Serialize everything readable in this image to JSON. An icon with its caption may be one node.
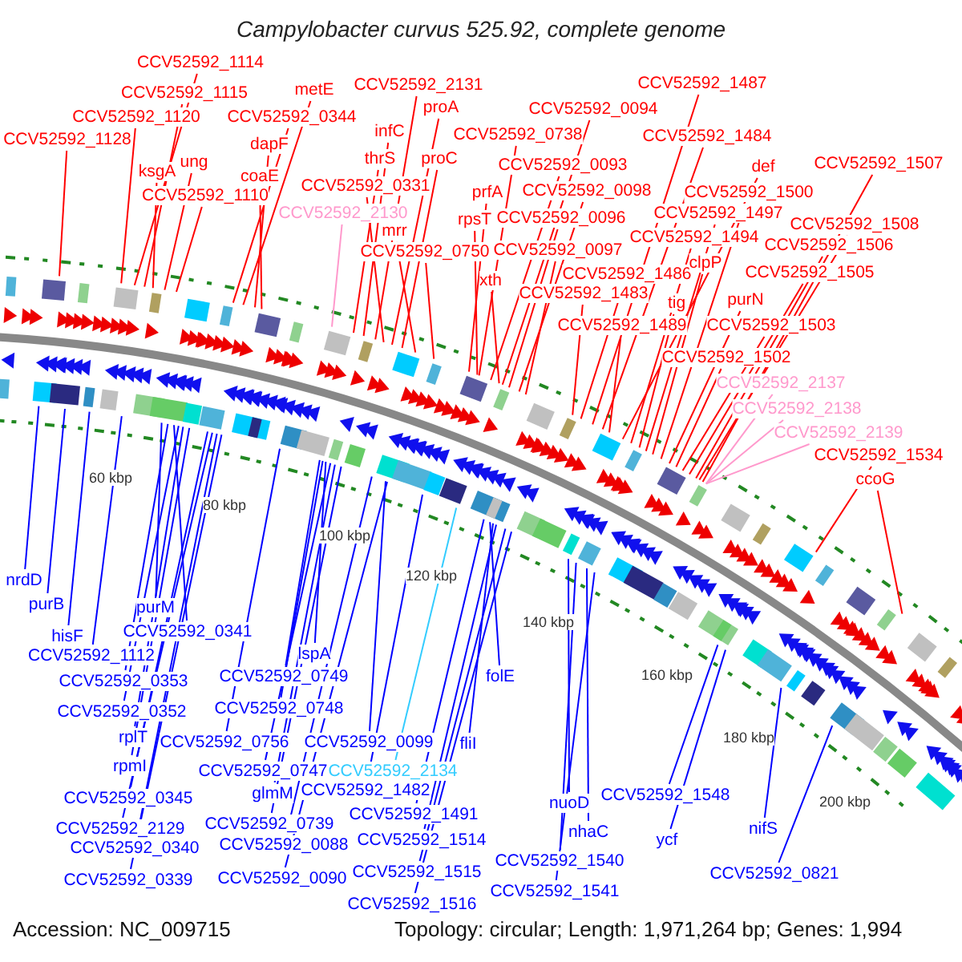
{
  "diagram": {
    "title": "Campylobacter curvus 525.92, complete genome",
    "nodes": [
      {
        "text": [
          "CCV52592_1114"
        ]
      },
      {
        "text": [
          "CCV52592_1115"
        ]
      },
      {
        "text": [
          "CCV52592_1120"
        ]
      },
      {
        "text": [
          "CCV52592_1128"
        ]
      },
      {
        "text": [
          "ksgA"
        ]
      },
      {
        "text": [
          "ung"
        ]
      },
      {
        "text": [
          "CCV52592_1110"
        ]
      },
      {
        "text": [
          "metE"
        ]
      },
      {
        "text": [
          "CCV52592_0344"
        ]
      },
      {
        "text": [
          "dapF"
        ]
      },
      {
        "text": [
          "coaE"
        ]
      },
      {
        "text": [
          "CCV52592_2131"
        ]
      },
      {
        "text": [
          "proA"
        ]
      },
      {
        "text": [
          "infC"
        ]
      },
      {
        "text": [
          "thrS"
        ]
      },
      {
        "text": [
          "proC"
        ]
      },
      {
        "text": [
          "CCV52592_0331"
        ]
      },
      {
        "text": [
          "CCV52592_2130"
        ]
      },
      {
        "text": [
          "mrr"
        ]
      },
      {
        "text": [
          "CCV52592_0750"
        ]
      },
      {
        "text": [
          "CCV52592_0738"
        ]
      },
      {
        "text": [
          "CCV52592_0094"
        ]
      },
      {
        "text": [
          "CCV52592_0093"
        ]
      },
      {
        "text": [
          "prfA"
        ]
      },
      {
        "text": [
          "rpsT"
        ]
      },
      {
        "text": [
          "CCV52592_0098"
        ]
      },
      {
        "text": [
          "CCV52592_0096"
        ]
      },
      {
        "text": [
          "CCV52592_0097"
        ]
      },
      {
        "text": [
          "xth"
        ]
      },
      {
        "text": [
          "CCV52592_1487"
        ]
      },
      {
        "text": [
          "CCV52592_1484"
        ]
      },
      {
        "text": [
          "CCV52592_1486"
        ]
      },
      {
        "text": [
          "CCV52592_1483"
        ]
      },
      {
        "text": [
          "CCV52592_1489"
        ]
      },
      {
        "text": [
          "CCV52592_1502"
        ]
      },
      {
        "text": [
          "tig"
        ]
      },
      {
        "text": [
          "clpP"
        ]
      },
      {
        "text": [
          "CCV52592_1494"
        ]
      },
      {
        "text": [
          "CCV52592_1497"
        ]
      },
      {
        "text": [
          "CCV52592_1500"
        ]
      },
      {
        "text": [
          "def"
        ]
      },
      {
        "text": [
          "purN"
        ]
      },
      {
        "text": [
          "CCV52592_1503"
        ]
      },
      {
        "text": [
          "CCV52592_1505"
        ]
      },
      {
        "text": [
          "CCV52592_1506"
        ]
      },
      {
        "text": [
          "CCV52592_1508"
        ]
      },
      {
        "text": [
          "CCV52592_1507"
        ]
      },
      {
        "text": [
          "CCV52592_2137"
        ]
      },
      {
        "text": [
          "CCV52592_2138"
        ]
      },
      {
        "text": [
          "CCV52592_2139"
        ]
      },
      {
        "text": [
          "CCV52592_1534"
        ]
      },
      {
        "text": [
          "ccoG"
        ]
      },
      {
        "text": [
          "nrdD"
        ]
      },
      {
        "text": [
          "purB"
        ]
      },
      {
        "text": [
          "hisF"
        ]
      },
      {
        "text": [
          "CCV52592_1112"
        ]
      },
      {
        "text": [
          "purM"
        ]
      },
      {
        "text": [
          "CCV52592_0341"
        ]
      },
      {
        "text": [
          "CCV52592_0353"
        ]
      },
      {
        "text": [
          "CCV52592_0352"
        ]
      },
      {
        "text": [
          "rplT"
        ]
      },
      {
        "text": [
          "rpmI"
        ]
      },
      {
        "text": [
          "CCV52592_0345"
        ]
      },
      {
        "text": [
          "CCV52592_2129"
        ]
      },
      {
        "text": [
          "CCV52592_0340"
        ]
      },
      {
        "text": [
          "CCV52592_0339"
        ]
      },
      {
        "text": [
          "lspA"
        ]
      },
      {
        "text": [
          "CCV52592_0749"
        ]
      },
      {
        "text": [
          "CCV52592_0748"
        ]
      },
      {
        "text": [
          "CCV52592_0756"
        ]
      },
      {
        "text": [
          "CCV52592_0747"
        ]
      },
      {
        "text": [
          "glmM"
        ]
      },
      {
        "text": [
          "CCV52592_0739"
        ]
      },
      {
        "text": [
          "CCV52592_0088"
        ]
      },
      {
        "text": [
          "CCV52592_0090"
        ]
      },
      {
        "text": [
          "CCV52592_0099"
        ]
      },
      {
        "text": [
          "CCV52592_2134"
        ]
      },
      {
        "text": [
          "CCV52592_1482"
        ]
      },
      {
        "text": [
          "CCV52592_1491"
        ]
      },
      {
        "text": [
          "folE"
        ]
      },
      {
        "text": [
          "fliI"
        ]
      },
      {
        "text": [
          "CCV52592_1514"
        ]
      },
      {
        "text": [
          "CCV52592_1515"
        ]
      },
      {
        "text": [
          "CCV52592_1516"
        ]
      },
      {
        "text": [
          "nuoD"
        ]
      },
      {
        "text": [
          "nhaC"
        ]
      },
      {
        "text": [
          "CCV52592_1540"
        ]
      },
      {
        "text": [
          "CCV52592_1541"
        ]
      },
      {
        "text": [
          "CCV52592_1548"
        ]
      },
      {
        "text": [
          "ycf"
        ]
      },
      {
        "text": [
          "nifS"
        ]
      },
      {
        "text": [
          "CCV52592_0821"
        ]
      }
    ],
    "edges": [
      {
        "from": 0,
        "to": null,
        "arrow": "none"
      },
      {
        "from": 1,
        "to": null,
        "arrow": "none"
      },
      {
        "from": 2,
        "to": null,
        "arrow": "none"
      },
      {
        "from": 3,
        "to": null,
        "arrow": "none"
      },
      {
        "from": 4,
        "to": null,
        "arrow": "none"
      },
      {
        "from": 5,
        "to": null,
        "arrow": "none"
      },
      {
        "from": 6,
        "to": null,
        "arrow": "none"
      },
      {
        "from": 7,
        "to": null,
        "arrow": "none"
      },
      {
        "from": 8,
        "to": null,
        "arrow": "none"
      },
      {
        "from": 9,
        "to": null,
        "arrow": "none"
      },
      {
        "from": 10,
        "to": null,
        "arrow": "none"
      },
      {
        "from": 11,
        "to": null,
        "arrow": "none"
      },
      {
        "from": 12,
        "to": null,
        "arrow": "none"
      },
      {
        "from": 13,
        "to": null,
        "arrow": "none"
      },
      {
        "from": 14,
        "to": null,
        "arrow": "none"
      },
      {
        "from": 15,
        "to": null,
        "arrow": "none"
      },
      {
        "from": 16,
        "to": null,
        "arrow": "none"
      },
      {
        "from": 17,
        "to": null,
        "arrow": "none",
        "color": "#ff99cc"
      },
      {
        "from": 18,
        "to": null,
        "arrow": "none"
      },
      {
        "from": 19,
        "to": null,
        "arrow": "none"
      },
      {
        "from": 20,
        "to": null,
        "arrow": "none"
      },
      {
        "from": 21,
        "to": null,
        "arrow": "none"
      },
      {
        "from": 22,
        "to": null,
        "arrow": "none"
      },
      {
        "from": 23,
        "to": null,
        "arrow": "none"
      },
      {
        "from": 24,
        "to": null,
        "arrow": "none"
      },
      {
        "from": 25,
        "to": null,
        "arrow": "none"
      },
      {
        "from": 26,
        "to": null,
        "arrow": "none"
      },
      {
        "from": 27,
        "to": null,
        "arrow": "none"
      },
      {
        "from": 28,
        "to": null,
        "arrow": "none"
      },
      {
        "from": 29,
        "to": null,
        "arrow": "none"
      },
      {
        "from": 30,
        "to": null,
        "arrow": "none"
      },
      {
        "from": 31,
        "to": null,
        "arrow": "none"
      },
      {
        "from": 32,
        "to": null,
        "arrow": "none"
      },
      {
        "from": 33,
        "to": null,
        "arrow": "none"
      },
      {
        "from": 34,
        "to": null,
        "arrow": "none"
      },
      {
        "from": 35,
        "to": null,
        "arrow": "none"
      },
      {
        "from": 36,
        "to": null,
        "arrow": "none"
      },
      {
        "from": 37,
        "to": null,
        "arrow": "none"
      },
      {
        "from": 38,
        "to": null,
        "arrow": "none"
      },
      {
        "from": 39,
        "to": null,
        "arrow": "none"
      },
      {
        "from": 40,
        "to": null,
        "arrow": "none"
      },
      {
        "from": 41,
        "to": null,
        "arrow": "none"
      },
      {
        "from": 42,
        "to": null,
        "arrow": "none"
      },
      {
        "from": 43,
        "to": null,
        "arrow": "none"
      },
      {
        "from": 44,
        "to": null,
        "arrow": "none"
      },
      {
        "from": 45,
        "to": null,
        "arrow": "none"
      },
      {
        "from": 46,
        "to": null,
        "arrow": "none"
      },
      {
        "from": 47,
        "to": null,
        "arrow": "none",
        "color": "#ff99cc"
      },
      {
        "from": 48,
        "to": null,
        "arrow": "none",
        "color": "#ff99cc"
      },
      {
        "from": 49,
        "to": null,
        "arrow": "none",
        "color": "#ff99cc"
      },
      {
        "from": 50,
        "to": null,
        "arrow": "none"
      },
      {
        "from": 51,
        "to": null,
        "arrow": "none"
      },
      {
        "from": 52,
        "to": null,
        "arrow": "none",
        "color": "#0000ff"
      },
      {
        "from": 53,
        "to": null,
        "arrow": "none",
        "color": "#0000ff"
      },
      {
        "from": 54,
        "to": null,
        "arrow": "none",
        "color": "#0000ff"
      },
      {
        "from": 55,
        "to": null,
        "arrow": "none",
        "color": "#0000ff"
      },
      {
        "from": 56,
        "to": null,
        "arrow": "none",
        "color": "#0000ff"
      },
      {
        "from": 57,
        "to": null,
        "arrow": "none",
        "color": "#0000ff"
      },
      {
        "from": 58,
        "to": null,
        "arrow": "none",
        "color": "#0000ff"
      },
      {
        "from": 59,
        "to": null,
        "arrow": "none",
        "color": "#0000ff"
      },
      {
        "from": 60,
        "to": null,
        "arrow": "none",
        "color": "#0000ff"
      },
      {
        "from": 61,
        "to": null,
        "arrow": "none",
        "color": "#0000ff"
      },
      {
        "from": 62,
        "to": null,
        "arrow": "none",
        "color": "#0000ff"
      },
      {
        "from": 63,
        "to": null,
        "arrow": "none",
        "color": "#0000ff"
      },
      {
        "from": 64,
        "to": null,
        "arrow": "none",
        "color": "#0000ff"
      },
      {
        "from": 65,
        "to": null,
        "arrow": "none",
        "color": "#0000ff"
      },
      {
        "from": 66,
        "to": null,
        "arrow": "none",
        "color": "#0000ff"
      },
      {
        "from": 67,
        "to": null,
        "arrow": "none",
        "color": "#0000ff"
      },
      {
        "from": 68,
        "to": null,
        "arrow": "none",
        "color": "#0000ff"
      },
      {
        "from": 69,
        "to": null,
        "arrow": "none",
        "color": "#0000ff"
      },
      {
        "from": 70,
        "to": null,
        "arrow": "none",
        "color": "#0000ff"
      },
      {
        "from": 71,
        "to": null,
        "arrow": "none",
        "color": "#0000ff"
      },
      {
        "from": 72,
        "to": null,
        "arrow": "none",
        "color": "#0000ff"
      },
      {
        "from": 73,
        "to": null,
        "arrow": "none",
        "color": "#0000ff"
      },
      {
        "from": 74,
        "to": null,
        "arrow": "none",
        "color": "#0000ff"
      },
      {
        "from": 75,
        "to": null,
        "arrow": "none",
        "color": "#0000ff"
      },
      {
        "from": 76,
        "to": null,
        "arrow": "none",
        "color": "#33ccff"
      },
      {
        "from": 77,
        "to": null,
        "arrow": "none",
        "color": "#0000ff"
      },
      {
        "from": 78,
        "to": null,
        "arrow": "none",
        "color": "#0000ff"
      },
      {
        "from": 79,
        "to": null,
        "arrow": "none",
        "color": "#0000ff"
      },
      {
        "from": 80,
        "to": null,
        "arrow": "none",
        "color": "#0000ff"
      },
      {
        "from": 81,
        "to": null,
        "arrow": "none",
        "color": "#0000ff"
      },
      {
        "from": 82,
        "to": null,
        "arrow": "none",
        "color": "#0000ff"
      },
      {
        "from": 83,
        "to": null,
        "arrow": "none",
        "color": "#0000ff"
      },
      {
        "from": 84,
        "to": null,
        "arrow": "none",
        "color": "#0000ff"
      },
      {
        "from": 85,
        "to": null,
        "arrow": "none",
        "color": "#0000ff"
      },
      {
        "from": 86,
        "to": null,
        "arrow": "none",
        "color": "#0000ff"
      },
      {
        "from": 87,
        "to": null,
        "arrow": "none",
        "color": "#0000ff"
      },
      {
        "from": 88,
        "to": null,
        "arrow": "none",
        "color": "#0000ff"
      },
      {
        "from": 89,
        "to": null,
        "arrow": "none",
        "color": "#0000ff"
      },
      {
        "from": 90,
        "to": null,
        "arrow": "none",
        "color": "#0000ff"
      },
      {
        "from": 91,
        "to": null,
        "arrow": "none",
        "color": "#0000ff"
      }
    ],
    "labels": [
      "60 kbp",
      "80 kbp",
      "100 kbp",
      "120 kbp",
      "140 kbp",
      "160 kbp",
      "180 kbp",
      "200 kbp",
      "Accession: NC_009715",
      "Topology: circular; Length: 1,971,264 bp; Genes: 1,994"
    ]
  }
}
